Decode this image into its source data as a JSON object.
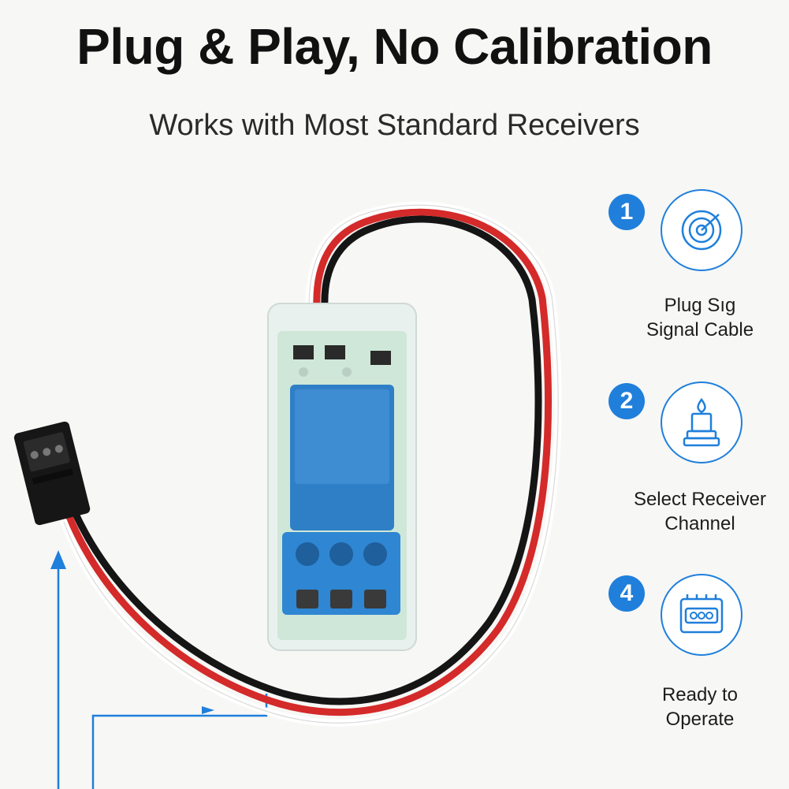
{
  "header": {
    "title": "Plug & Play, No Calibration",
    "subtitle": "Works with Most Standard Receivers"
  },
  "steps": [
    {
      "number": "1",
      "line1": "Plug Sıg",
      "line2": "Signal Cable",
      "icon": "target-icon"
    },
    {
      "number": "2",
      "line1": "Select Receiver",
      "line2": "Channel",
      "icon": "connector-icon"
    },
    {
      "number": "4",
      "line1": "Ready to",
      "line2": "Operate",
      "icon": "device-icon"
    }
  ],
  "colors": {
    "accent": "#1f7fdb",
    "relay_blue": "#2f7fc7",
    "pcb_green": "#cfe7d8",
    "wire_red": "#d42a2a",
    "wire_black": "#151515"
  }
}
